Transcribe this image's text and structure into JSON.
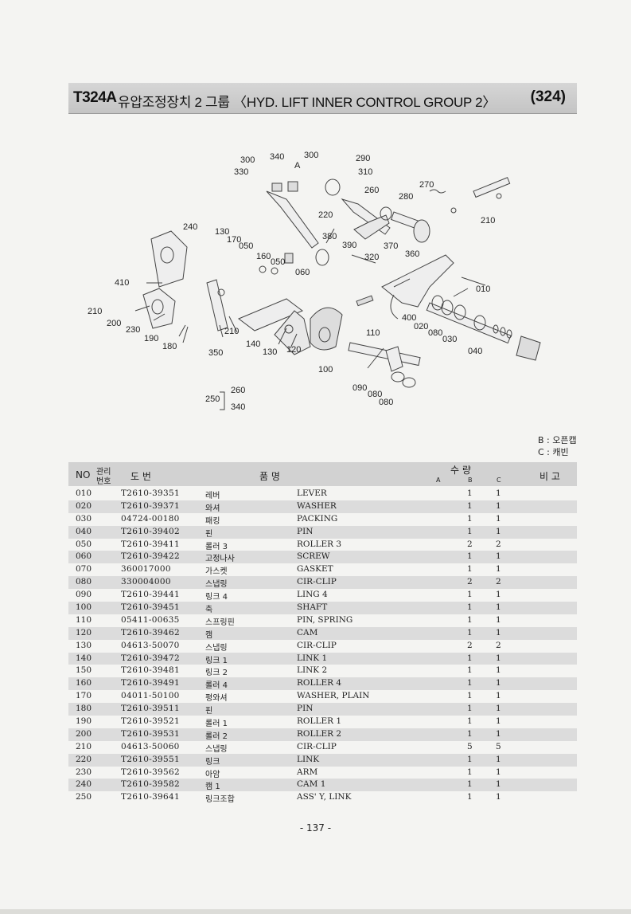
{
  "header": {
    "code": "T324A",
    "title": "유압조정장치 2 그룹 〈HYD. LIFT INNER CONTROL GROUP 2〉",
    "page_ref": "(324)"
  },
  "diagram_labels": [
    "300",
    "340",
    "300",
    "290",
    "330",
    "A",
    "310",
    "260",
    "270",
    "280",
    "220",
    "210",
    "240",
    "130",
    "170",
    "380",
    "050",
    "390",
    "370",
    "360",
    "320",
    "160",
    "050",
    "060",
    "010",
    "410",
    "210",
    "200",
    "230",
    "190",
    "180",
    "210",
    "350",
    "140",
    "130",
    "120",
    "110",
    "400",
    "020",
    "080",
    "030",
    "040",
    "100",
    "090",
    "080",
    "080",
    "260",
    "250",
    "340"
  ],
  "legend": {
    "b": "B : 오픈캡",
    "c": "C : 캐빈"
  },
  "table_head": {
    "no": "NO",
    "mgmt_top": "관리",
    "mgmt_bottom": "번호",
    "part_no": "도     번",
    "name": "품                   명",
    "qty": "수     량",
    "a": "A",
    "b": "B",
    "c": "C",
    "remarks": "비 고"
  },
  "rows": [
    {
      "no": "010",
      "part": "T2610-39351",
      "kr": "레버",
      "en": "LEVER",
      "b": "1",
      "c": "1"
    },
    {
      "no": "020",
      "part": "T2610-39371",
      "kr": "와셔",
      "en": "WASHER",
      "b": "1",
      "c": "1"
    },
    {
      "no": "030",
      "part": "04724-00180",
      "kr": "패킹",
      "en": "PACKING",
      "b": "1",
      "c": "1"
    },
    {
      "no": "040",
      "part": "T2610-39402",
      "kr": "핀",
      "en": "PIN",
      "b": "1",
      "c": "1"
    },
    {
      "no": "050",
      "part": "T2610-39411",
      "kr": "롤러 3",
      "en": "ROLLER 3",
      "b": "2",
      "c": "2"
    },
    {
      "no": "060",
      "part": "T2610-39422",
      "kr": "고정나사",
      "en": "SCREW",
      "b": "1",
      "c": "1"
    },
    {
      "no": "070",
      "part": "360017000",
      "kr": "가스켓",
      "en": "GASKET",
      "b": "1",
      "c": "1"
    },
    {
      "no": "080",
      "part": "330004000",
      "kr": "스냅링",
      "en": "CIR-CLIP",
      "b": "2",
      "c": "2"
    },
    {
      "no": "090",
      "part": "T2610-39441",
      "kr": "링크 4",
      "en": "LING 4",
      "b": "1",
      "c": "1"
    },
    {
      "no": "100",
      "part": "T2610-39451",
      "kr": "축",
      "en": "SHAFT",
      "b": "1",
      "c": "1"
    },
    {
      "no": "110",
      "part": "05411-00635",
      "kr": "스프링핀",
      "en": "PIN, SPRING",
      "b": "1",
      "c": "1"
    },
    {
      "no": "120",
      "part": "T2610-39462",
      "kr": "캠",
      "en": "CAM",
      "b": "1",
      "c": "1"
    },
    {
      "no": "130",
      "part": "04613-50070",
      "kr": "스냅링",
      "en": "CIR-CLIP",
      "b": "2",
      "c": "2"
    },
    {
      "no": "140",
      "part": "T2610-39472",
      "kr": "링크 1",
      "en": "LINK 1",
      "b": "1",
      "c": "1"
    },
    {
      "no": "150",
      "part": "T2610-39481",
      "kr": "링크 2",
      "en": "LINK 2",
      "b": "1",
      "c": "1"
    },
    {
      "no": "160",
      "part": "T2610-39491",
      "kr": "롤러 4",
      "en": "ROLLER 4",
      "b": "1",
      "c": "1"
    },
    {
      "no": "170",
      "part": "04011-50100",
      "kr": "평와셔",
      "en": "WASHER, PLAIN",
      "b": "1",
      "c": "1"
    },
    {
      "no": "180",
      "part": "T2610-39511",
      "kr": "핀",
      "en": "PIN",
      "b": "1",
      "c": "1"
    },
    {
      "no": "190",
      "part": "T2610-39521",
      "kr": "롤러 1",
      "en": "ROLLER 1",
      "b": "1",
      "c": "1"
    },
    {
      "no": "200",
      "part": "T2610-39531",
      "kr": "롤러 2",
      "en": "ROLLER 2",
      "b": "1",
      "c": "1"
    },
    {
      "no": "210",
      "part": "04613-50060",
      "kr": "스냅링",
      "en": "CIR-CLIP",
      "b": "5",
      "c": "5"
    },
    {
      "no": "220",
      "part": "T2610-39551",
      "kr": "링크",
      "en": "LINK",
      "b": "1",
      "c": "1"
    },
    {
      "no": "230",
      "part": "T2610-39562",
      "kr": "아암",
      "en": "ARM",
      "b": "1",
      "c": "1"
    },
    {
      "no": "240",
      "part": "T2610-39582",
      "kr": "캠 1",
      "en": "CAM 1",
      "b": "1",
      "c": "1"
    },
    {
      "no": "250",
      "part": "T2610-39641",
      "kr": "링크조합",
      "en": "ASS' Y, LINK",
      "b": "1",
      "c": "1"
    }
  ],
  "footer": {
    "page_number": "- 137 -"
  }
}
